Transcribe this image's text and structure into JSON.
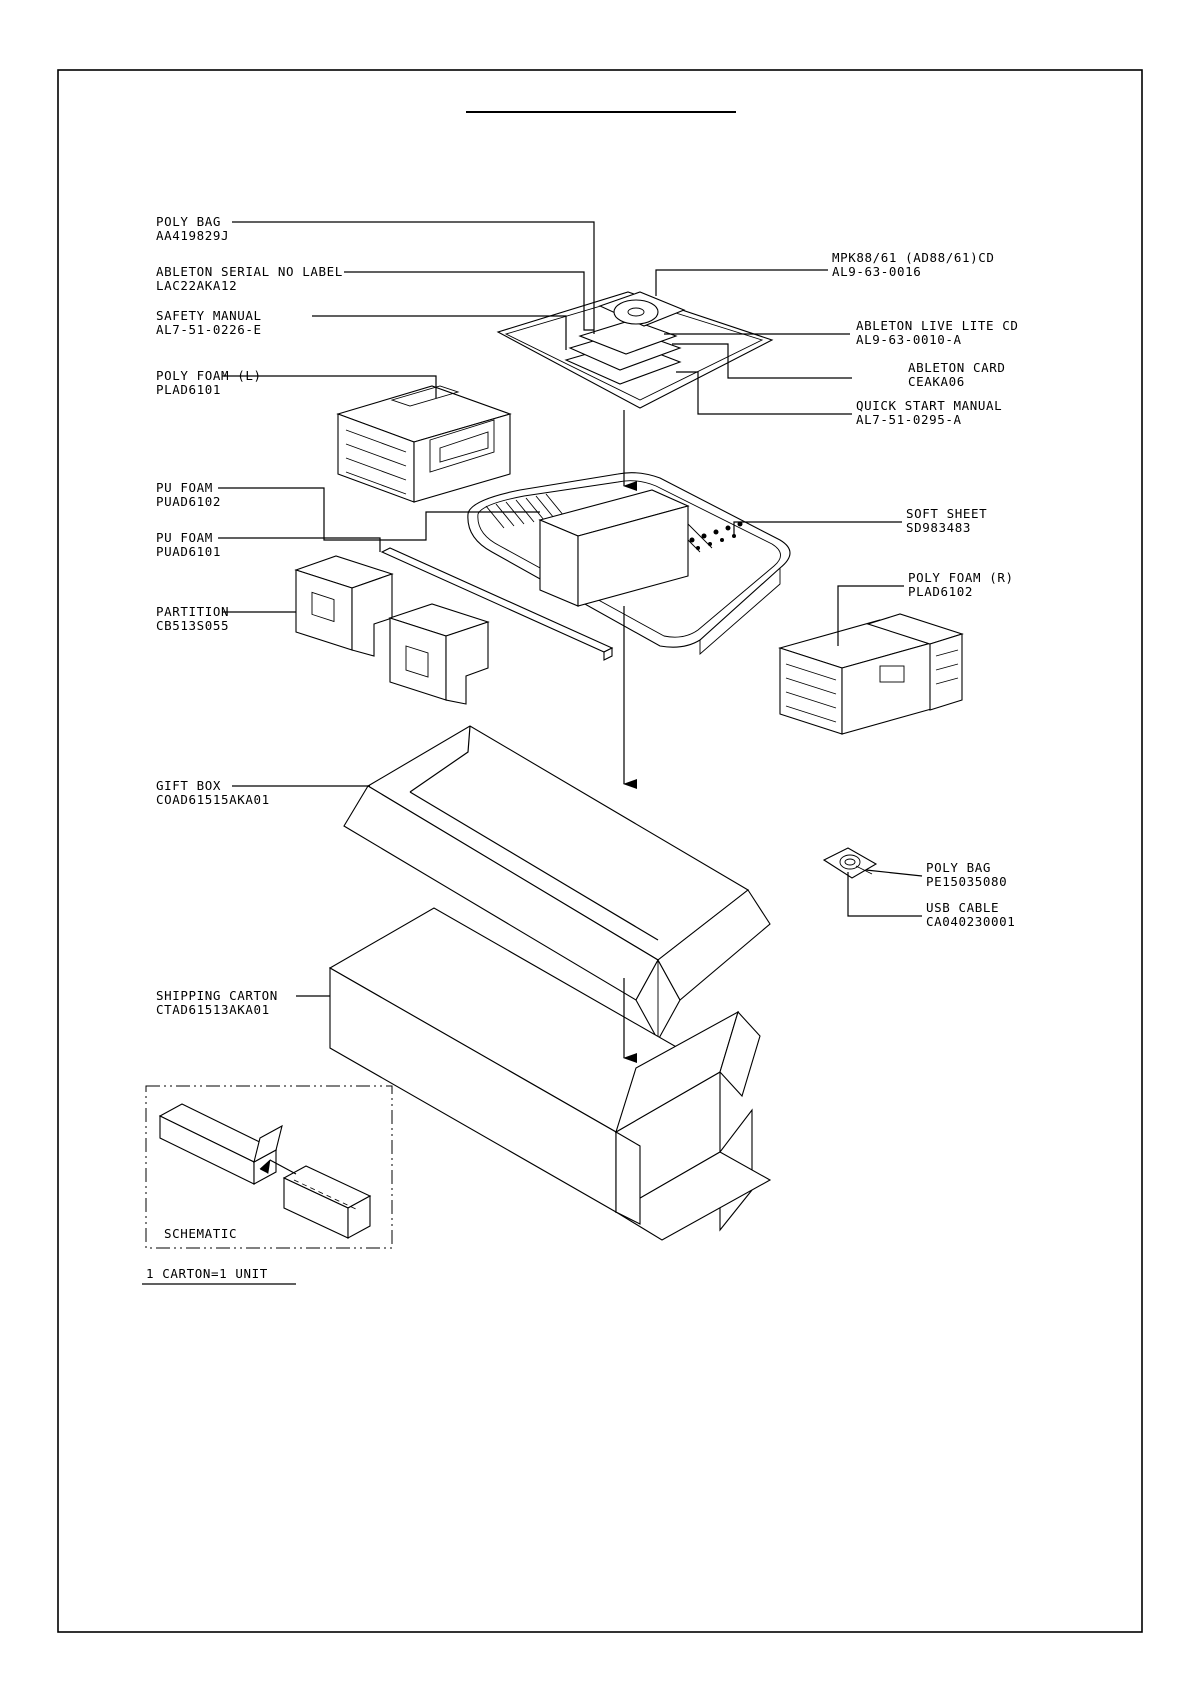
{
  "labels": {
    "poly_bag": {
      "name": "POLY BAG",
      "code": "AA419829J"
    },
    "serial_label": {
      "name": "ABLETON SERIAL NO LABEL",
      "code": "LAC22AKA12"
    },
    "safety_manual": {
      "name": "SAFETY MANUAL",
      "code": "AL7-51-0226-E"
    },
    "poly_foam_l": {
      "name": "POLY FOAM (L)",
      "code": "PLAD6101"
    },
    "pu_foam_1": {
      "name": "PU FOAM",
      "code": "PUAD6102"
    },
    "pu_foam_2": {
      "name": "PU FOAM",
      "code": "PUAD6101"
    },
    "partition": {
      "name": "PARTITION",
      "code": "CB513S055"
    },
    "gift_box": {
      "name": "GIFT BOX",
      "code": "COAD61515AKA01"
    },
    "shipping_carton": {
      "name": "SHIPPING CARTON",
      "code": "CTAD61513AKA01"
    },
    "mpk_cd": {
      "name": "MPK88/61 (AD88/61)CD",
      "code": "AL9-63-0016"
    },
    "live_lite_cd": {
      "name": "ABLETON LIVE LITE CD",
      "code": "AL9-63-0010-A"
    },
    "ableton_card": {
      "name": "ABLETON CARD",
      "code": "CEAKA06"
    },
    "quick_start": {
      "name": "QUICK START MANUAL",
      "code": "AL7-51-0295-A"
    },
    "soft_sheet": {
      "name": "SOFT SHEET",
      "code": "SD983483"
    },
    "poly_foam_r": {
      "name": "POLY FOAM (R)",
      "code": "PLAD6102"
    },
    "poly_bag_2": {
      "name": "POLY BAG",
      "code": "PE15035080"
    },
    "usb_cable": {
      "name": "USB CABLE",
      "code": "CA040230001"
    }
  },
  "schematic": {
    "title": "SCHEMATIC"
  },
  "footer": {
    "note": "1 CARTON=1 UNIT"
  }
}
